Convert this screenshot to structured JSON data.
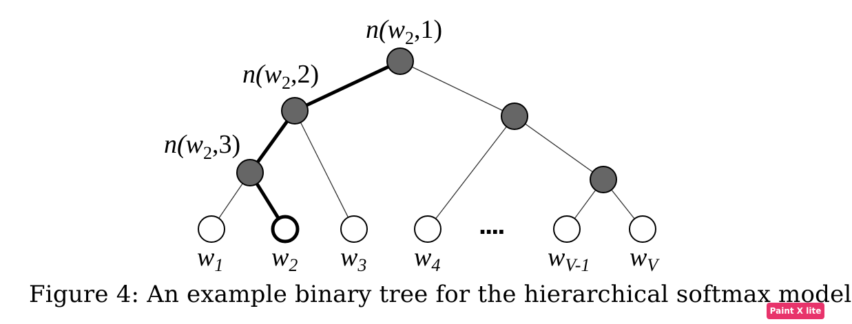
{
  "diagram": {
    "node_labels": {
      "n1": {
        "prefix": "n(",
        "var": "w",
        "sub": "2",
        "suffix": ",1)"
      },
      "n2": {
        "prefix": "n(",
        "var": "w",
        "sub": "2",
        "suffix": ",2)"
      },
      "n3": {
        "prefix": "n(",
        "var": "w",
        "sub": "2",
        "suffix": ",3)"
      }
    },
    "leaves": [
      {
        "var": "w",
        "sub": "1"
      },
      {
        "var": "w",
        "sub": "2"
      },
      {
        "var": "w",
        "sub": "3"
      },
      {
        "var": "w",
        "sub": "4"
      },
      {
        "var": "w",
        "sub": "V-1"
      },
      {
        "var": "w",
        "sub": "V"
      }
    ],
    "ellipsis": "....",
    "colors": {
      "inner_node": "#666666",
      "leaf": "#ffffff",
      "edge": "#000000",
      "highlight_path": "#000000"
    }
  },
  "caption": "Figure 4: An example binary tree for the hierarchical softmax model",
  "watermark": "Paint X lite"
}
